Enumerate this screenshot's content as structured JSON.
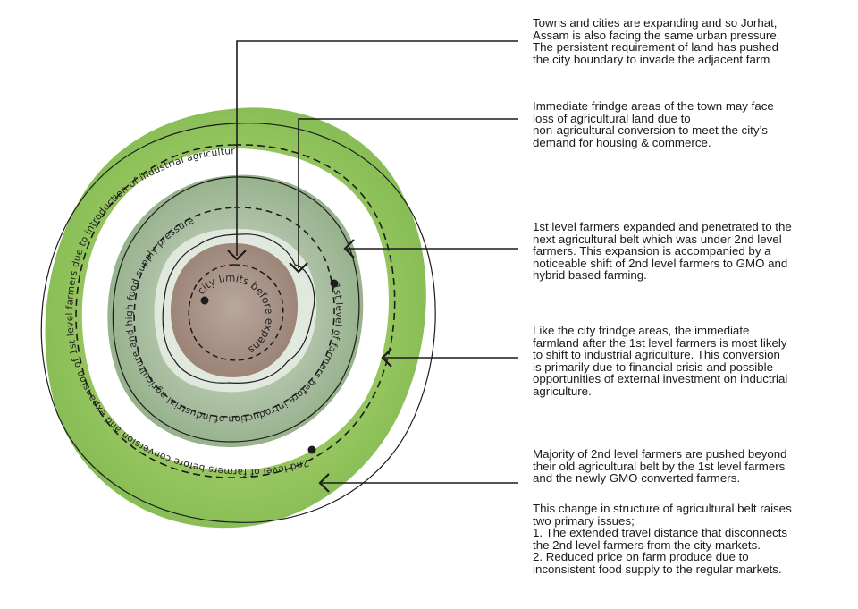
{
  "ring_labels": {
    "city": "city limits before expansion",
    "first_level": "1st level of farmers before introduction of industrial agriculture and high food supply pressure",
    "second_level": "2nd level of farmers before conversion and expansion of 1st level farmers due to introduction of industrial agriculture"
  },
  "notes": [
    "Towns and cities are expanding and so Jorhat,\nAssam is also facing the same urban pressure.\nThe persistent requirement of land has pushed\nthe city boundary to invade the adjacent farm",
    "Immediate frindge areas of the town may face\nloss of agricultural land due to\nnon-agricultural conversion to meet the city’s\ndemand for housing & commerce.",
    "1st level farmers expanded and penetrated to the\nnext agricultural belt which was under 2nd level\nfarmers. This expansion is accompanied by a\nnoticeable shift of 2nd level farmers to GMO and\nhybrid based farming.",
    "Like the city frindge areas, the immediate\nfarmland after the 1st level farmers is most likely\nto shift to industrial agriculture. This  conversion\nis primarily due to financial crisis and possible\nopportunities of external investment on inductrial\nagriculture.",
    "Majority of  2nd level farmers are pushed beyond\ntheir old agricultural belt by the 1st level farmers\nand the newly GMO converted farmers.",
    "This change in structure of agricultural belt raises\ntwo primary issues;\n1. The extended travel distance that disconnects\nthe 2nd level farmers from the city markets.\n2. Reduced price on farm produce due to\ninconsistent food supply to the regular markets."
  ],
  "colors": {
    "outer_green": "#8dc154",
    "mid_green": "#a9bfa2",
    "city_brown": "#a28a7e",
    "line": "#1c1c1c"
  }
}
